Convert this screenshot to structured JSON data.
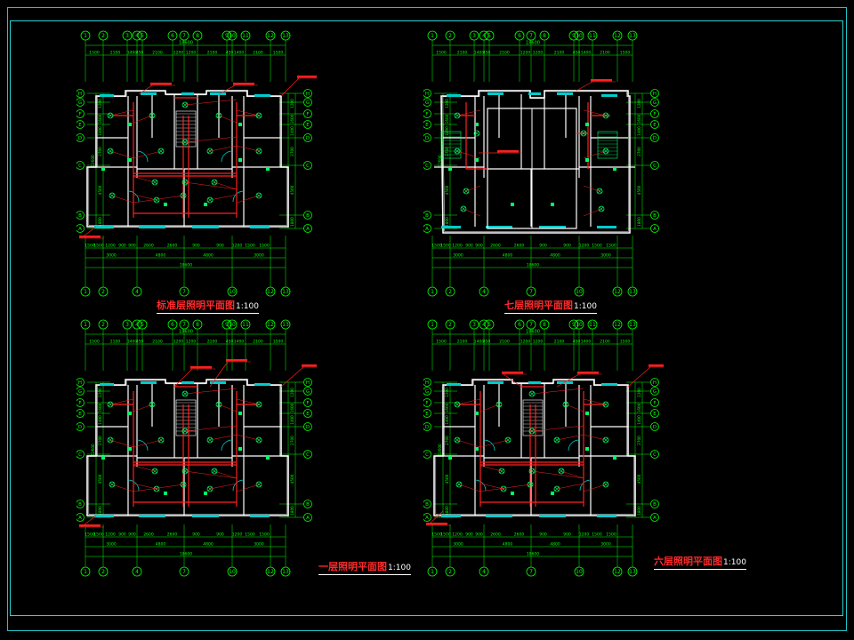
{
  "colors": {
    "background": "#000000",
    "frame": "#1fc4c8",
    "grid": "#00ff00",
    "walls": "#ffffff",
    "windows": "#00cccc",
    "wiring": "#ff2020",
    "fixtures": "#00ff66",
    "labels": "#ff2a2a"
  },
  "axis": {
    "top": [
      "1",
      "2",
      "3",
      "4",
      "5",
      "6",
      "7",
      "8",
      "9",
      "10",
      "11",
      "12",
      "13"
    ],
    "bottom": [
      "1",
      "2",
      "4",
      "7",
      "10",
      "12",
      "13"
    ],
    "left": [
      "H",
      "G",
      "F",
      "E",
      "D",
      "C",
      "B",
      "A"
    ]
  },
  "dims": {
    "top_row": [
      "1500",
      "2100",
      "1400",
      "450",
      "2100",
      "1200",
      "1200",
      "2100",
      "450",
      "1400",
      "2100",
      "1500"
    ],
    "bottom_row": [
      "1500",
      "1500",
      "1200",
      "900",
      "900",
      "2600",
      "2600",
      "900",
      "900",
      "1200",
      "1500",
      "1500"
    ],
    "bottom_mid": [
      "3000",
      "4800",
      "4800",
      "3000"
    ],
    "overall": "18600",
    "left_side": [
      "1200",
      "1600",
      "1400",
      "2700",
      "4500",
      "1800"
    ],
    "left_total": "12600"
  },
  "plans": [
    {
      "key": "standard",
      "title": "标准层照明平面图",
      "scale": "1:100"
    },
    {
      "key": "seventh",
      "title": "七层照明平面图",
      "scale": "1:100"
    },
    {
      "key": "first",
      "title": "一层照明平面图",
      "scale": "1:100"
    },
    {
      "key": "sixth",
      "title": "六层照明平面图",
      "scale": "1:100"
    }
  ]
}
